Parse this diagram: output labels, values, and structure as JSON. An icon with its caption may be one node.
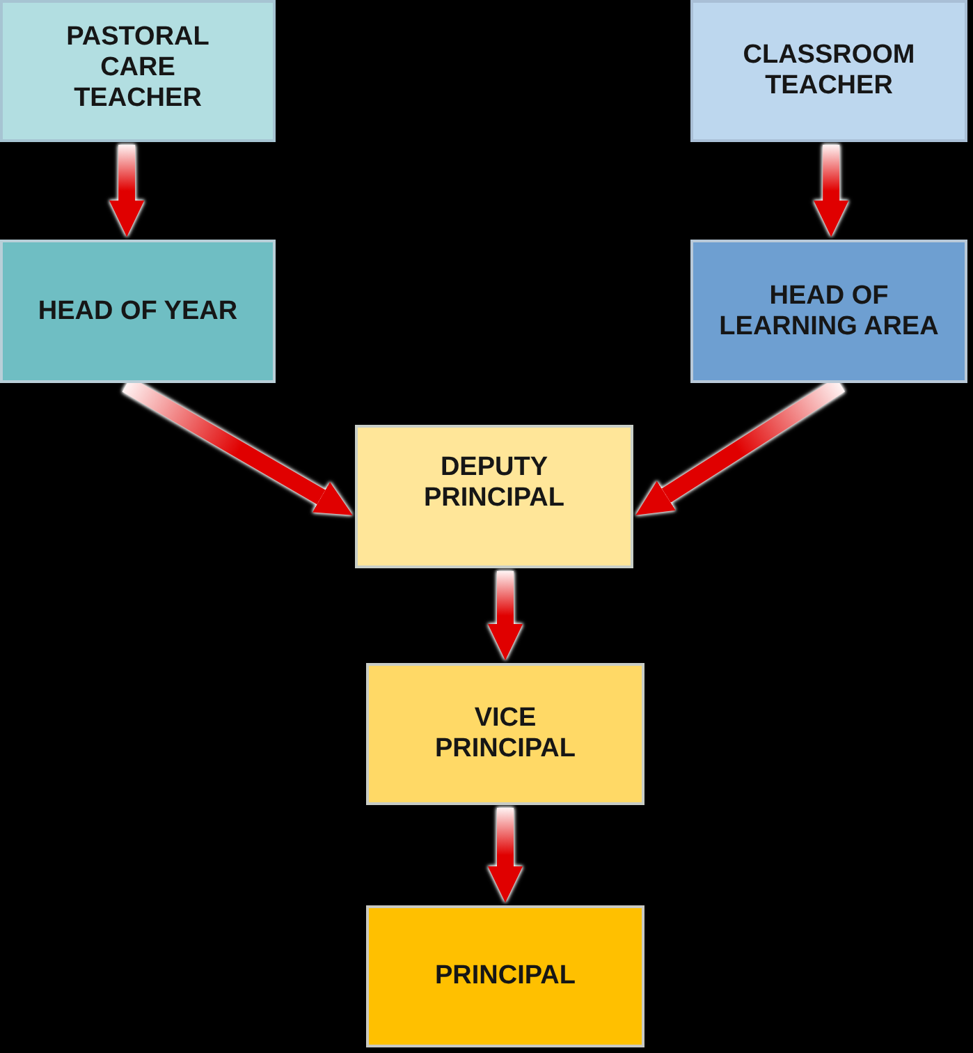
{
  "diagram": {
    "nodes": [
      {
        "text": [
          "PASTORAL CARE TEACHER"
        ]
      },
      {
        "text": [
          "CLASSROOM TEACHER"
        ]
      },
      {
        "text": [
          "HEAD OF YEAR"
        ]
      },
      {
        "text": [
          "HEAD OF LEARNING AREA"
        ]
      },
      {
        "text": [
          "DEPUTY PRINCIPAL"
        ]
      },
      {
        "text": [
          "VICE PRINCIPAL"
        ]
      },
      {
        "text": [
          "PRINCIPAL"
        ]
      }
    ],
    "edges": [
      {
        "from": 0,
        "to": 2,
        "arrow": "to"
      },
      {
        "from": 1,
        "to": 3,
        "arrow": "to"
      },
      {
        "from": 2,
        "to": 4,
        "arrow": "to"
      },
      {
        "from": 3,
        "to": 4,
        "arrow": "to"
      },
      {
        "from": 4,
        "to": 5,
        "arrow": "to"
      },
      {
        "from": 5,
        "to": 6,
        "arrow": "to"
      }
    ]
  }
}
